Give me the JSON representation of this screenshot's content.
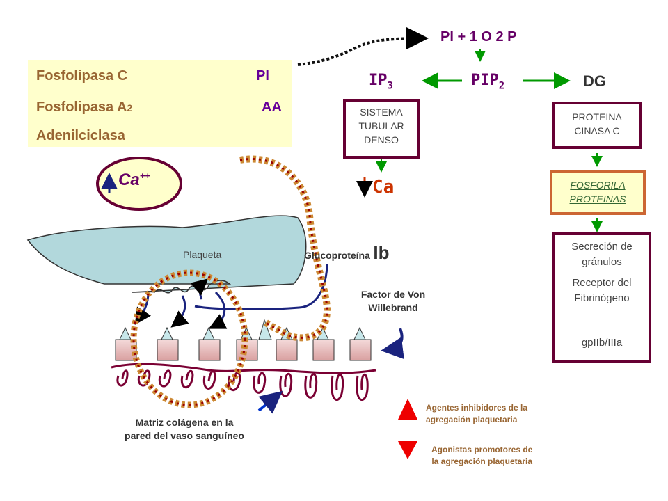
{
  "enzymes": [
    {
      "name": "Fosfolipasa C",
      "product": "PI"
    },
    {
      "name": "Fosfolipasa A",
      "name_sub": "2",
      "product": "AA"
    },
    {
      "name": "Adenilciclasa"
    }
  ],
  "calcium": {
    "text": "Ca",
    "sup": "++"
  },
  "pathway": {
    "top": "PI + 1 O 2 P",
    "ip3": {
      "text": "IP",
      "sub": "3"
    },
    "pip2": {
      "text": "PIP",
      "sub": "2"
    },
    "dg": "DG",
    "sistema_lines": [
      "SISTEMA",
      "TUBULAR",
      "DENSO"
    ],
    "ca": "Ca",
    "proteina_lines": [
      "PROTEINA",
      "CINASA C"
    ],
    "fosforila_lines": [
      "FOSFORILA",
      "PROTEINAS"
    ],
    "secrecion_lines": [
      "Secreción de",
      "gránulos"
    ],
    "receptor_lines": [
      "Receptor del",
      "Fibrinógeno"
    ],
    "gp": "gpIIb/IIIa"
  },
  "labels": {
    "plaqueta": "Plaqueta",
    "gluco_small": "Glucoproteína",
    "gluco_big": "Ib",
    "factor_lines": [
      "Factor de Von",
      "Willebrand"
    ],
    "matriz_lines": [
      "Matriz colágena en la",
      "pared del vaso sanguíneo"
    ]
  },
  "legend": {
    "inhibitors_lines": [
      "Agentes inhibidores de la",
      "agregación plaquetaria"
    ],
    "agonists_lines": [
      "Agonistas promotores de",
      "la agregación plaquetaria"
    ]
  },
  "colors": {
    "up_triangle": "#ee0000",
    "down_triangle": "#ee0000",
    "arrow_green": "#009900",
    "panel_bg": "#ffffcc"
  }
}
